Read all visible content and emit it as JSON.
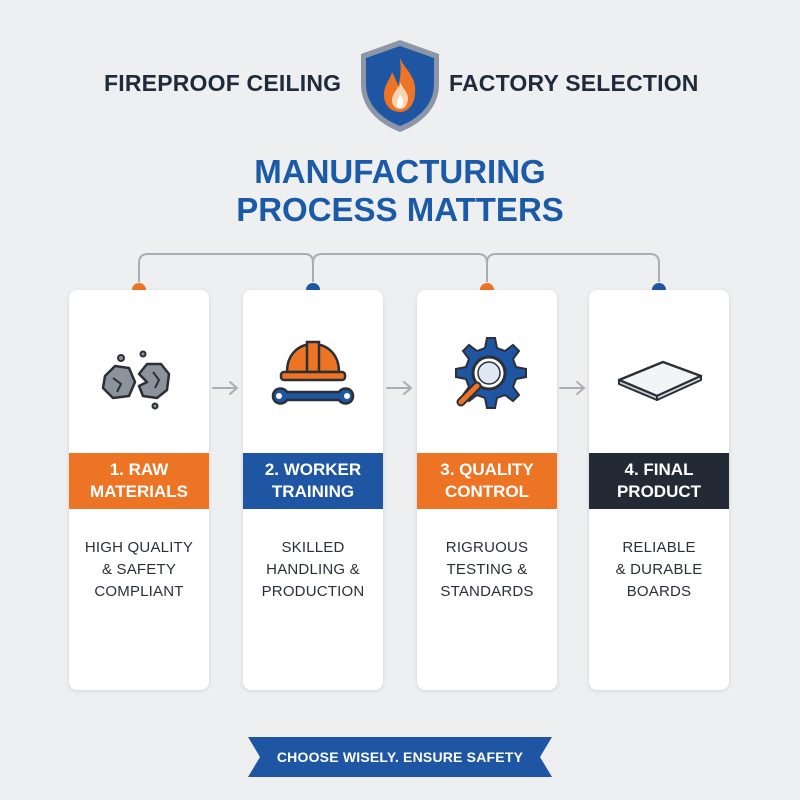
{
  "header": {
    "left_text": "FIREPROOF CEILING",
    "right_text": "FACTORY SELECTION",
    "logo_icon": "fire-shield-icon"
  },
  "title": {
    "line1": "MANUFACTURING",
    "line2": "PROCESS MATTERS"
  },
  "steps": [
    {
      "label": "1. RAW\nMATERIALS",
      "description": "HIGH QUALITY\n& SAFETY\nCOMPLIANT",
      "color": "#ec7424",
      "icon": "raw-materials-rock-icon"
    },
    {
      "label": "2. WORKER\nTRAINING",
      "description": "SKILLED\nHANDLING &\nPRODUCTION",
      "color": "#1f56a3",
      "icon": "hardhat-wrench-icon"
    },
    {
      "label": "3. QUALITY\nCONTROL",
      "description": "RIGRUOUS\nTESTING &\nSTANDARDS",
      "color": "#ec7424",
      "icon": "gear-magnifier-icon"
    },
    {
      "label": "4. FINAL\nPRODUCT",
      "description": "RELIABLE\n& DURABLE\nBOARDS",
      "color": "#232a36",
      "icon": "ceiling-board-icon"
    }
  ],
  "footer": {
    "text": "CHOOSE WISELY. ENSURE SAFETY"
  },
  "colors": {
    "orange": "#ec7424",
    "blue": "#1f56a3",
    "dark": "#232a36",
    "background": "#eeeff1"
  }
}
